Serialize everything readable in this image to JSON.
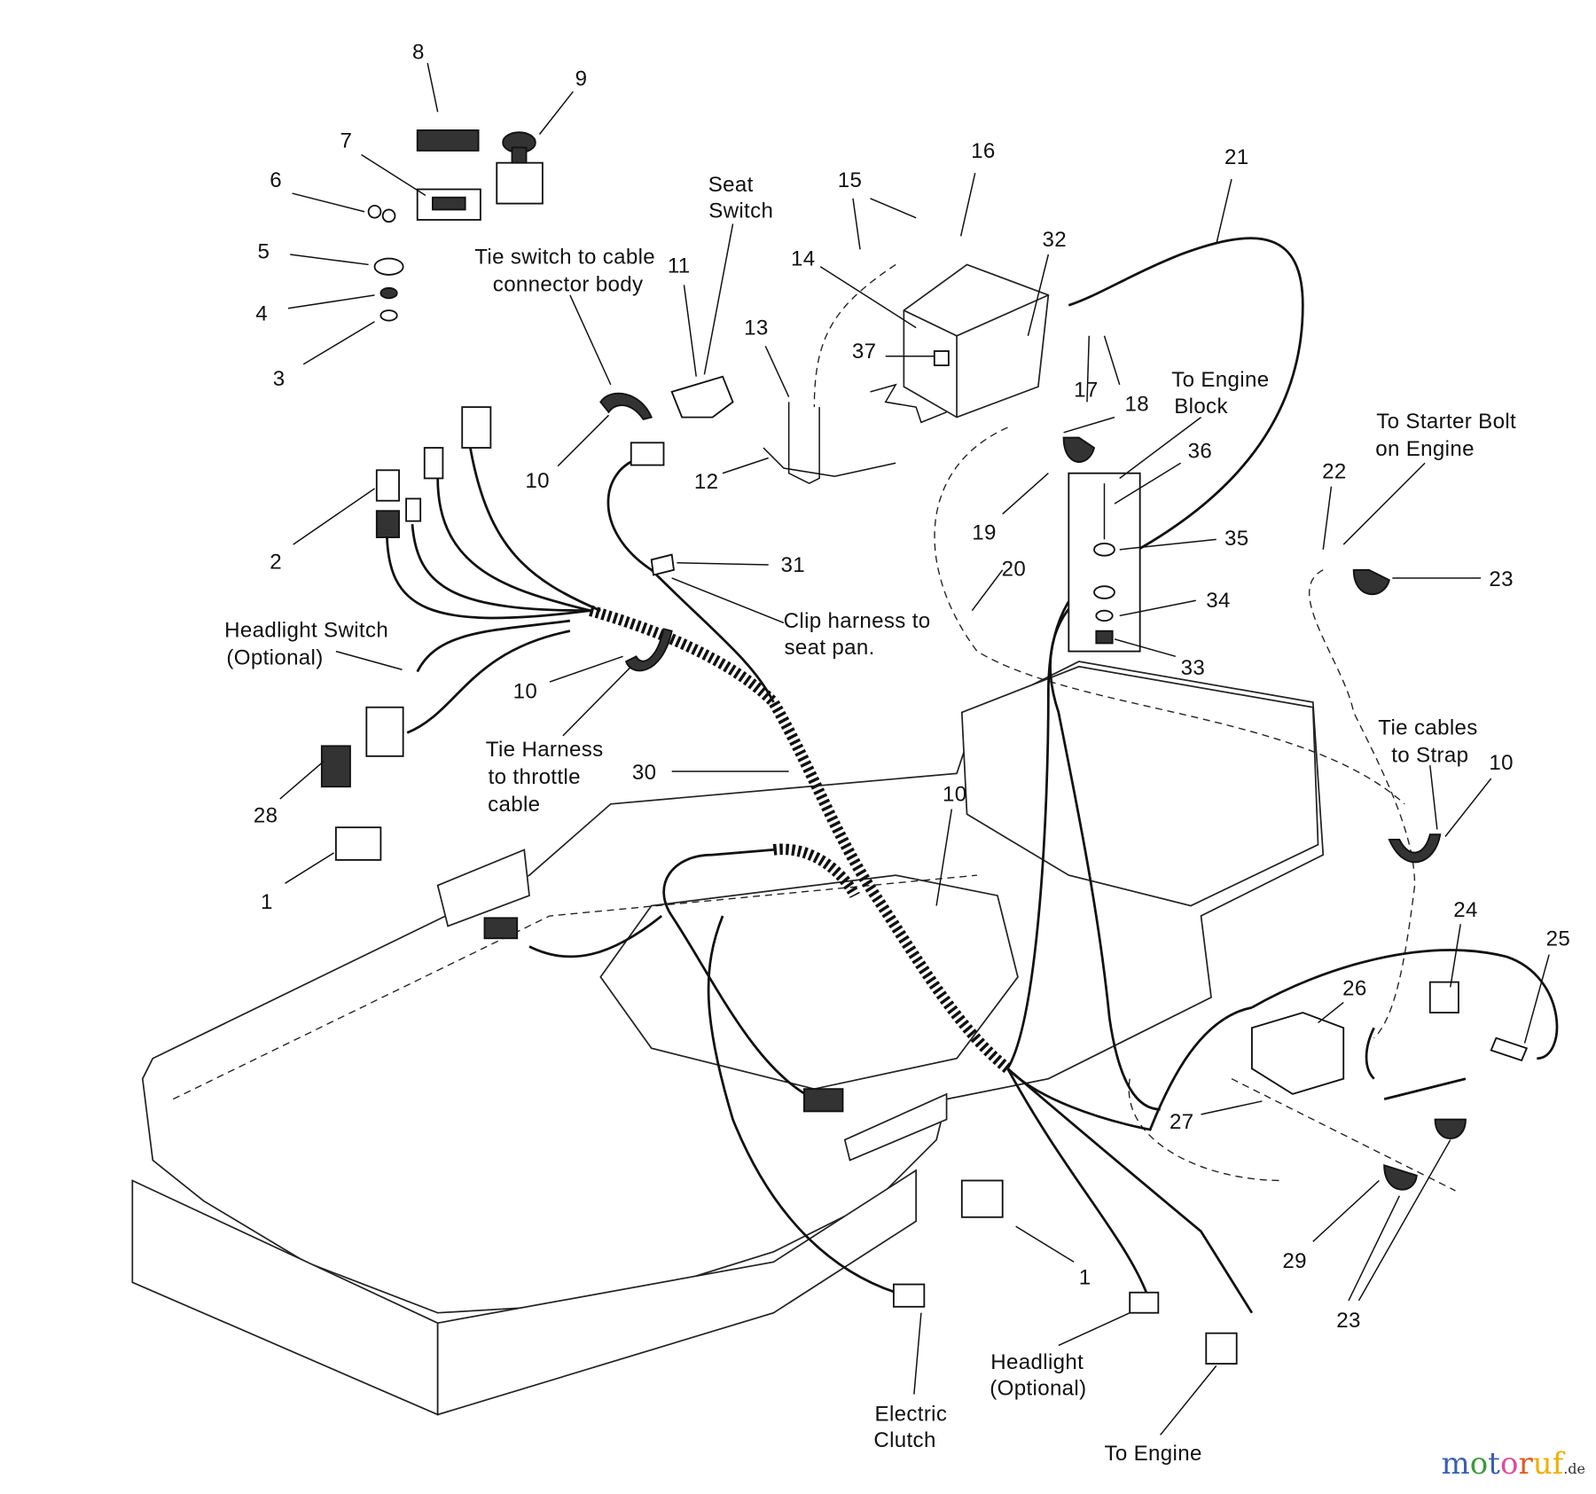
{
  "diagram": {
    "callouts": {
      "c1a": "1",
      "c1b": "1",
      "c2": "2",
      "c3": "3",
      "c4": "4",
      "c5": "5",
      "c6": "6",
      "c7": "7",
      "c8": "8",
      "c9": "9",
      "c10a": "10",
      "c10b": "10",
      "c10c": "10",
      "c10d": "10",
      "c11": "11",
      "c12": "12",
      "c13": "13",
      "c14": "14",
      "c15": "15",
      "c16": "16",
      "c17": "17",
      "c18": "18",
      "c19": "19",
      "c20": "20",
      "c21": "21",
      "c22": "22",
      "c23a": "23",
      "c23b": "23",
      "c24": "24",
      "c25": "25",
      "c26": "26",
      "c27": "27",
      "c28": "28",
      "c29": "29",
      "c30": "30",
      "c31": "31",
      "c32": "32",
      "c33": "33",
      "c34": "34",
      "c35": "35",
      "c36": "36",
      "c37": "37"
    },
    "notes": {
      "seat_switch": [
        "Seat",
        "Switch"
      ],
      "tie_switch": [
        "Tie switch to cable",
        "connector body"
      ],
      "to_engine_block": [
        "To Engine",
        "Block"
      ],
      "clip_harness": [
        "Clip harness to",
        "seat pan."
      ],
      "headlight_switch": [
        "Headlight Switch",
        "(Optional)"
      ],
      "tie_harness": [
        "Tie Harness",
        "to throttle",
        "cable"
      ],
      "to_starter": [
        "To Starter Bolt",
        "on Engine"
      ],
      "tie_cables": [
        "Tie cables",
        "to Strap"
      ],
      "headlight": [
        "Headlight",
        "(Optional)"
      ],
      "electric_clutch": [
        "Electric",
        "Clutch"
      ],
      "to_engine": "To Engine"
    }
  },
  "watermark": {
    "text": "motoruf",
    "suffix": ".de",
    "colors": [
      "#3b5fb0",
      "#3b9a3b",
      "#e04a9a",
      "#e05a20",
      "#f0b000"
    ]
  }
}
